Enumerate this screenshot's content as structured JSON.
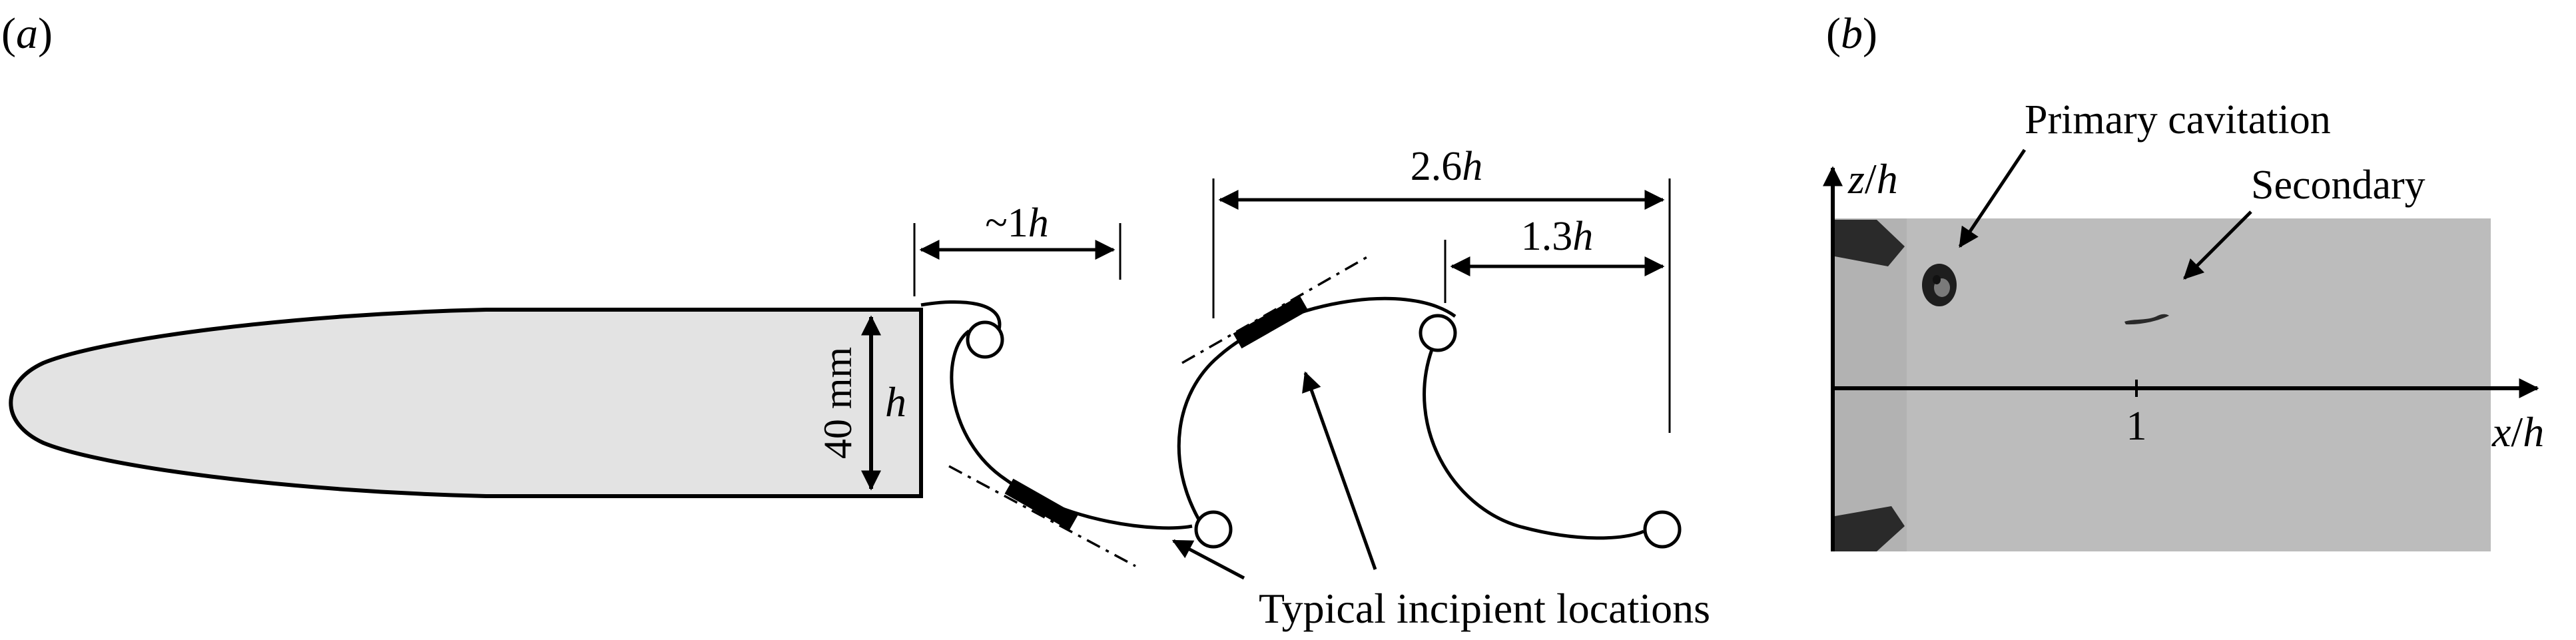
{
  "panel_a": {
    "label_open": "(",
    "label_letter": "a",
    "label_close": ")",
    "dim_thickness": "40 mm",
    "h_symbol": "h",
    "dim_spacing_prefix": "~1",
    "dim_spacing_h": "h",
    "dim_wavelength_prefix": "2.6",
    "dim_wavelength_h": "h",
    "dim_half_wavelength_prefix": "1.3",
    "dim_half_wavelength_h": "h",
    "callout": "Typical incipient locations"
  },
  "panel_b": {
    "label_open": "(",
    "label_letter": "b",
    "label_close": ")",
    "primary_label": "Primary cavitation",
    "secondary_label": "Secondary",
    "z_axis_var": "z",
    "z_axis_slash": "/",
    "z_axis_h": "h",
    "x_axis_var": "x",
    "x_axis_slash": "/",
    "x_axis_h": "h",
    "tick_label": "1",
    "photo_color": "#bcbcbc"
  }
}
